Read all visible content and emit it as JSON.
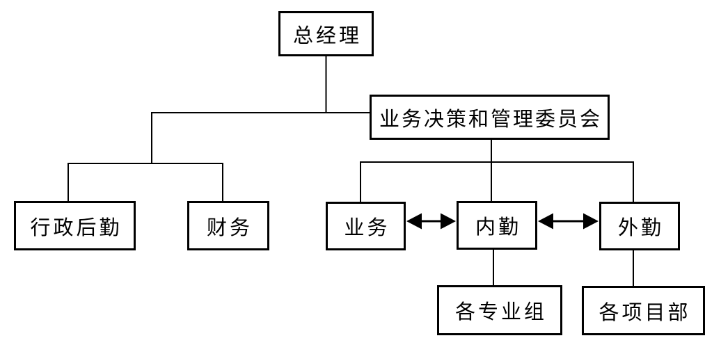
{
  "diagram": {
    "type": "org-chart",
    "background_color": "#ffffff",
    "line_color": "#000000",
    "box_style": {
      "fill": "#ffffff",
      "border_color": "#000000"
    },
    "nodes": {
      "general_manager": {
        "label": "总经理"
      },
      "committee": {
        "label": "业务决策和管理委员会"
      },
      "admin_logistics": {
        "label": "行政后勤"
      },
      "finance": {
        "label": "财务"
      },
      "business": {
        "label": "业务"
      },
      "internal_office": {
        "label": "内勤"
      },
      "field_office": {
        "label": "外勤"
      },
      "specialty_groups": {
        "label": "各专业组"
      },
      "project_departments": {
        "label": "各项目部"
      }
    },
    "edges": [
      {
        "from": "general_manager",
        "to": "committee",
        "type": "hierarchy-line"
      },
      {
        "from": "general_manager",
        "to": "admin_logistics",
        "type": "hierarchy-line"
      },
      {
        "from": "general_manager",
        "to": "finance",
        "type": "hierarchy-line"
      },
      {
        "from": "committee",
        "to": "business",
        "type": "hierarchy-line"
      },
      {
        "from": "committee",
        "to": "internal_office",
        "type": "hierarchy-line"
      },
      {
        "from": "committee",
        "to": "field_office",
        "type": "hierarchy-line"
      },
      {
        "from": "internal_office",
        "to": "specialty_groups",
        "type": "hierarchy-line"
      },
      {
        "from": "field_office",
        "to": "project_departments",
        "type": "hierarchy-line"
      },
      {
        "from": "business",
        "to": "internal_office",
        "type": "double-headed-arrow"
      },
      {
        "from": "internal_office",
        "to": "field_office",
        "type": "double-headed-arrow"
      }
    ]
  }
}
